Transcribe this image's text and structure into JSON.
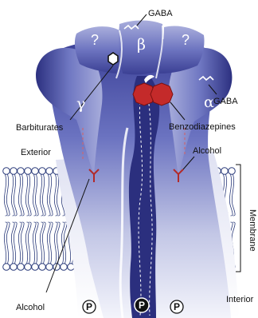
{
  "labels": {
    "gaba_top": "GABA",
    "gaba_right": "GABA",
    "barbiturates": "Barbiturates",
    "benzodiazepines": "Benzodiazepines",
    "exterior": "Exterior",
    "alcohol_right": "Alcohol",
    "alcohol_left": "Alcohol",
    "membrane": "Membrane",
    "interior": "Interior"
  },
  "subunits": {
    "beta": "β",
    "gamma": "γ",
    "alpha": "α",
    "unknown_left": "?",
    "unknown_right": "?"
  },
  "phosphate": [
    "P",
    "P",
    "P"
  ],
  "colors": {
    "protein_dark": "#2b2f7e",
    "protein_light": "#e6e8f5",
    "benzodiazepine": "#c42a2a",
    "alcohol_site": "#b22a2a",
    "membrane_line": "#2a3a7a"
  }
}
